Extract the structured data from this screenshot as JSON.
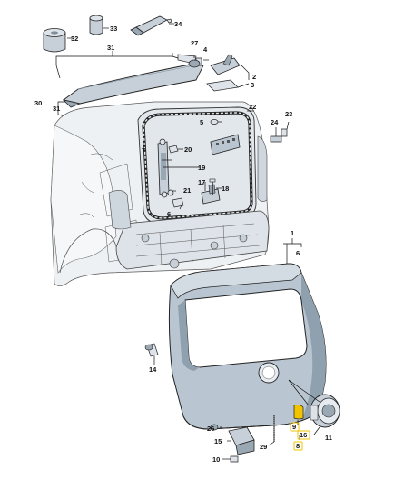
{
  "diagram": {
    "kind": "exploded parts diagram",
    "subject": "tailgate / rear hatch assembly",
    "callouts": [
      {
        "id": "c1",
        "label": "1"
      },
      {
        "id": "c2",
        "label": "2"
      },
      {
        "id": "c3",
        "label": "3"
      },
      {
        "id": "c4",
        "label": "4"
      },
      {
        "id": "c5",
        "label": "5"
      },
      {
        "id": "c6",
        "label": "6"
      },
      {
        "id": "c7",
        "label": "7"
      },
      {
        "id": "c8",
        "label": "8"
      },
      {
        "id": "c9",
        "label": "9"
      },
      {
        "id": "c10",
        "label": "10"
      },
      {
        "id": "c11",
        "label": "11"
      },
      {
        "id": "c14",
        "label": "14"
      },
      {
        "id": "c15",
        "label": "15"
      },
      {
        "id": "c16",
        "label": "16"
      },
      {
        "id": "c17",
        "label": "17"
      },
      {
        "id": "c18",
        "label": "18"
      },
      {
        "id": "c19",
        "label": "19"
      },
      {
        "id": "c20",
        "label": "20"
      },
      {
        "id": "c21",
        "label": "21"
      },
      {
        "id": "c22",
        "label": "22"
      },
      {
        "id": "c23",
        "label": "23"
      },
      {
        "id": "c24",
        "label": "24"
      },
      {
        "id": "c26",
        "label": "26"
      },
      {
        "id": "c27",
        "label": "27"
      },
      {
        "id": "c29",
        "label": "29"
      },
      {
        "id": "c30",
        "label": "30"
      },
      {
        "id": "c31a",
        "label": "31"
      },
      {
        "id": "c31b",
        "label": "31"
      },
      {
        "id": "c32",
        "label": "32"
      },
      {
        "id": "c33",
        "label": "33"
      },
      {
        "id": "c34",
        "label": "34"
      }
    ],
    "highlight_color": "#f2c400",
    "panel_color": "#b9c6d1",
    "panel_shadow": "#8fa0ae"
  }
}
